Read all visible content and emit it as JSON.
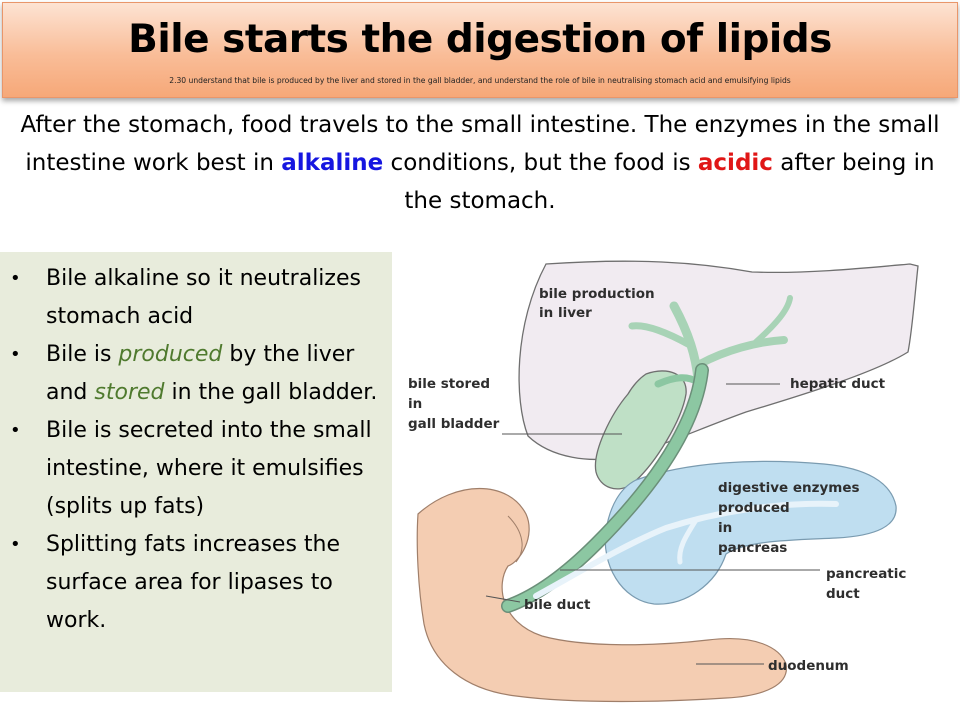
{
  "title": "Bile starts the digestion of lipids",
  "subtitle": "2.30 understand that bile is produced by the liver and stored in the gall bladder, and understand the role of bile in neutralising stomach acid and emulsifying lipids",
  "intro": {
    "part1": "After the stomach, food travels to the small intestine. The enzymes in the small intestine work best in ",
    "kw_alkaline": "alkaline",
    "part2": " conditions, but the food is ",
    "kw_acidic": "acidic",
    "part3": " after being in the stomach."
  },
  "bullets": [
    {
      "text": "Bile alkaline so it neutralizes stomach acid"
    },
    {
      "pre": "Bile is ",
      "kw1": "produced",
      "mid": " by the liver and ",
      "kw2": "stored",
      "post": " in the gall bladder."
    },
    {
      "text": "Bile is secreted into the small intestine, where it emulsifies (splits up fats)"
    },
    {
      "text": "Splitting fats increases the surface area for lipases to work."
    }
  ],
  "diagram": {
    "labels": {
      "liver": [
        "bile production",
        "in liver"
      ],
      "gall_bladder": [
        "bile stored",
        "in",
        "gall bladder"
      ],
      "hepatic_duct": "hepatic duct",
      "pancreas": [
        "digestive enzymes",
        "produced",
        "in",
        "pancreas"
      ],
      "pancreatic_duct": [
        "pancreatic",
        "duct"
      ],
      "bile_duct": "bile duct",
      "duodenum": "duodenum"
    }
  },
  "colors": {
    "banner_top": "#fde3d3",
    "banner_bottom": "#f6a878",
    "alkaline": "#1616e0",
    "acidic": "#e01616",
    "emphasis_green": "#4f7a2e",
    "bullet_panel": "#e8ecdc",
    "liver": "#f1ebf1",
    "gall_bladder": "#bfe0c6",
    "duct": "#8cc7a2",
    "pancreas": "#bfdef0",
    "duodenum": "#f4cdb2"
  }
}
